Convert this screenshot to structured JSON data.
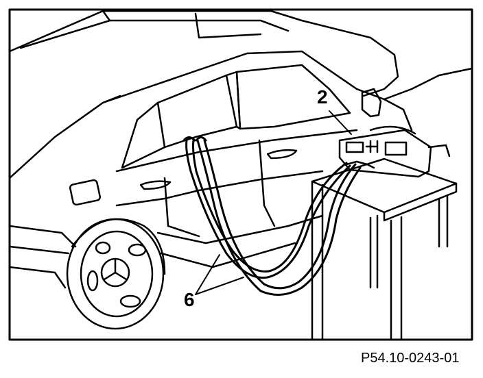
{
  "callouts": {
    "charger_label": "2",
    "cables_label": "6"
  },
  "figure": {
    "reference_code": "P54.10-0243-01"
  },
  "colors": {
    "line": "#000000",
    "background": "#ffffff"
  }
}
